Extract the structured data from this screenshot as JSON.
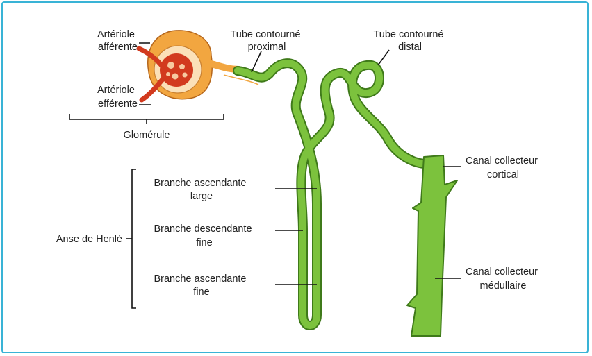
{
  "colors": {
    "frame": "#39b3d6",
    "tubule": "#7cc23d",
    "tubule_stroke": "#3f7a1a",
    "capsule": "#f0a23a",
    "capillary": "#d23a1e",
    "leader": "#111111"
  },
  "labels": {
    "arteriole_afferente": [
      "Artériole",
      "afférente"
    ],
    "arteriole_efferente": [
      "Artériole",
      "efférente"
    ],
    "glomerule": "Glomérule",
    "tube_proximal": [
      "Tube contourné",
      "proximal"
    ],
    "tube_distal": [
      "Tube contourné",
      "distal"
    ],
    "canal_cortical": [
      "Canal collecteur",
      "cortical"
    ],
    "canal_medullaire": [
      "Canal collecteur",
      "médullaire"
    ],
    "branche_asc_large": [
      "Branche ascendante",
      "large"
    ],
    "branche_desc_fine": [
      "Branche descendante",
      "fine"
    ],
    "branche_asc_fine": [
      "Branche ascendante",
      "fine"
    ],
    "anse_henle": "Anse de Henlé"
  }
}
